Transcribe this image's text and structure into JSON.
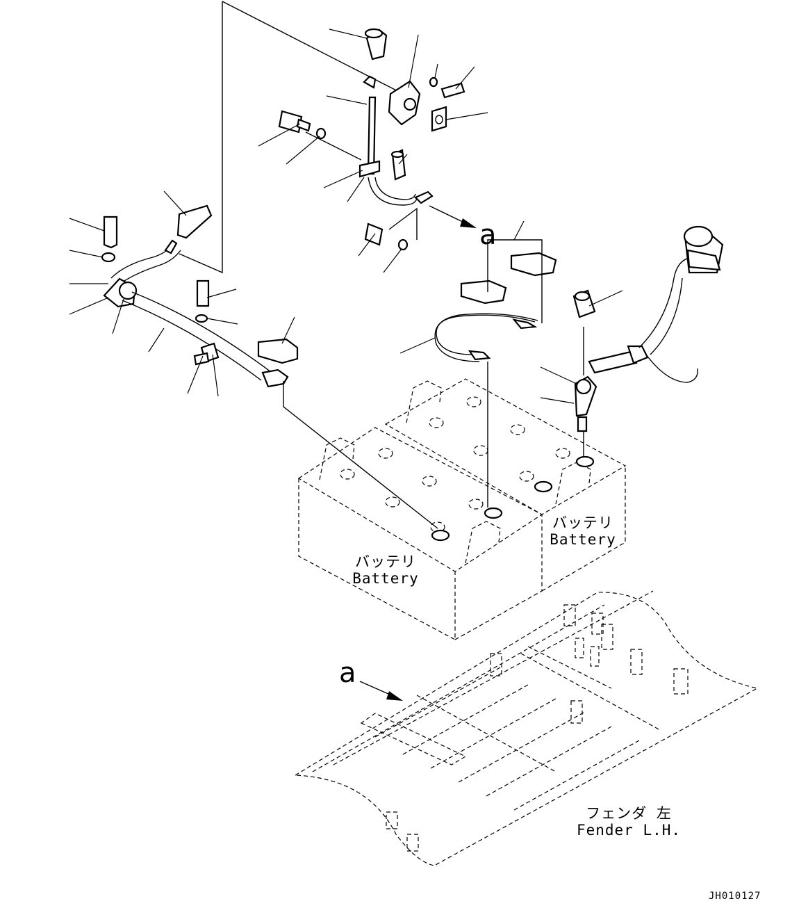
{
  "labels": {
    "battery_left_jp": "バッテリ",
    "battery_left_en": "Battery",
    "battery_right_jp": "バッテリ",
    "battery_right_en": "Battery",
    "fender_jp": "フェンダ 左",
    "fender_en": "Fender L.H."
  },
  "reference_marks": {
    "upper": "a",
    "lower": "a"
  },
  "document_id": "JH010127"
}
